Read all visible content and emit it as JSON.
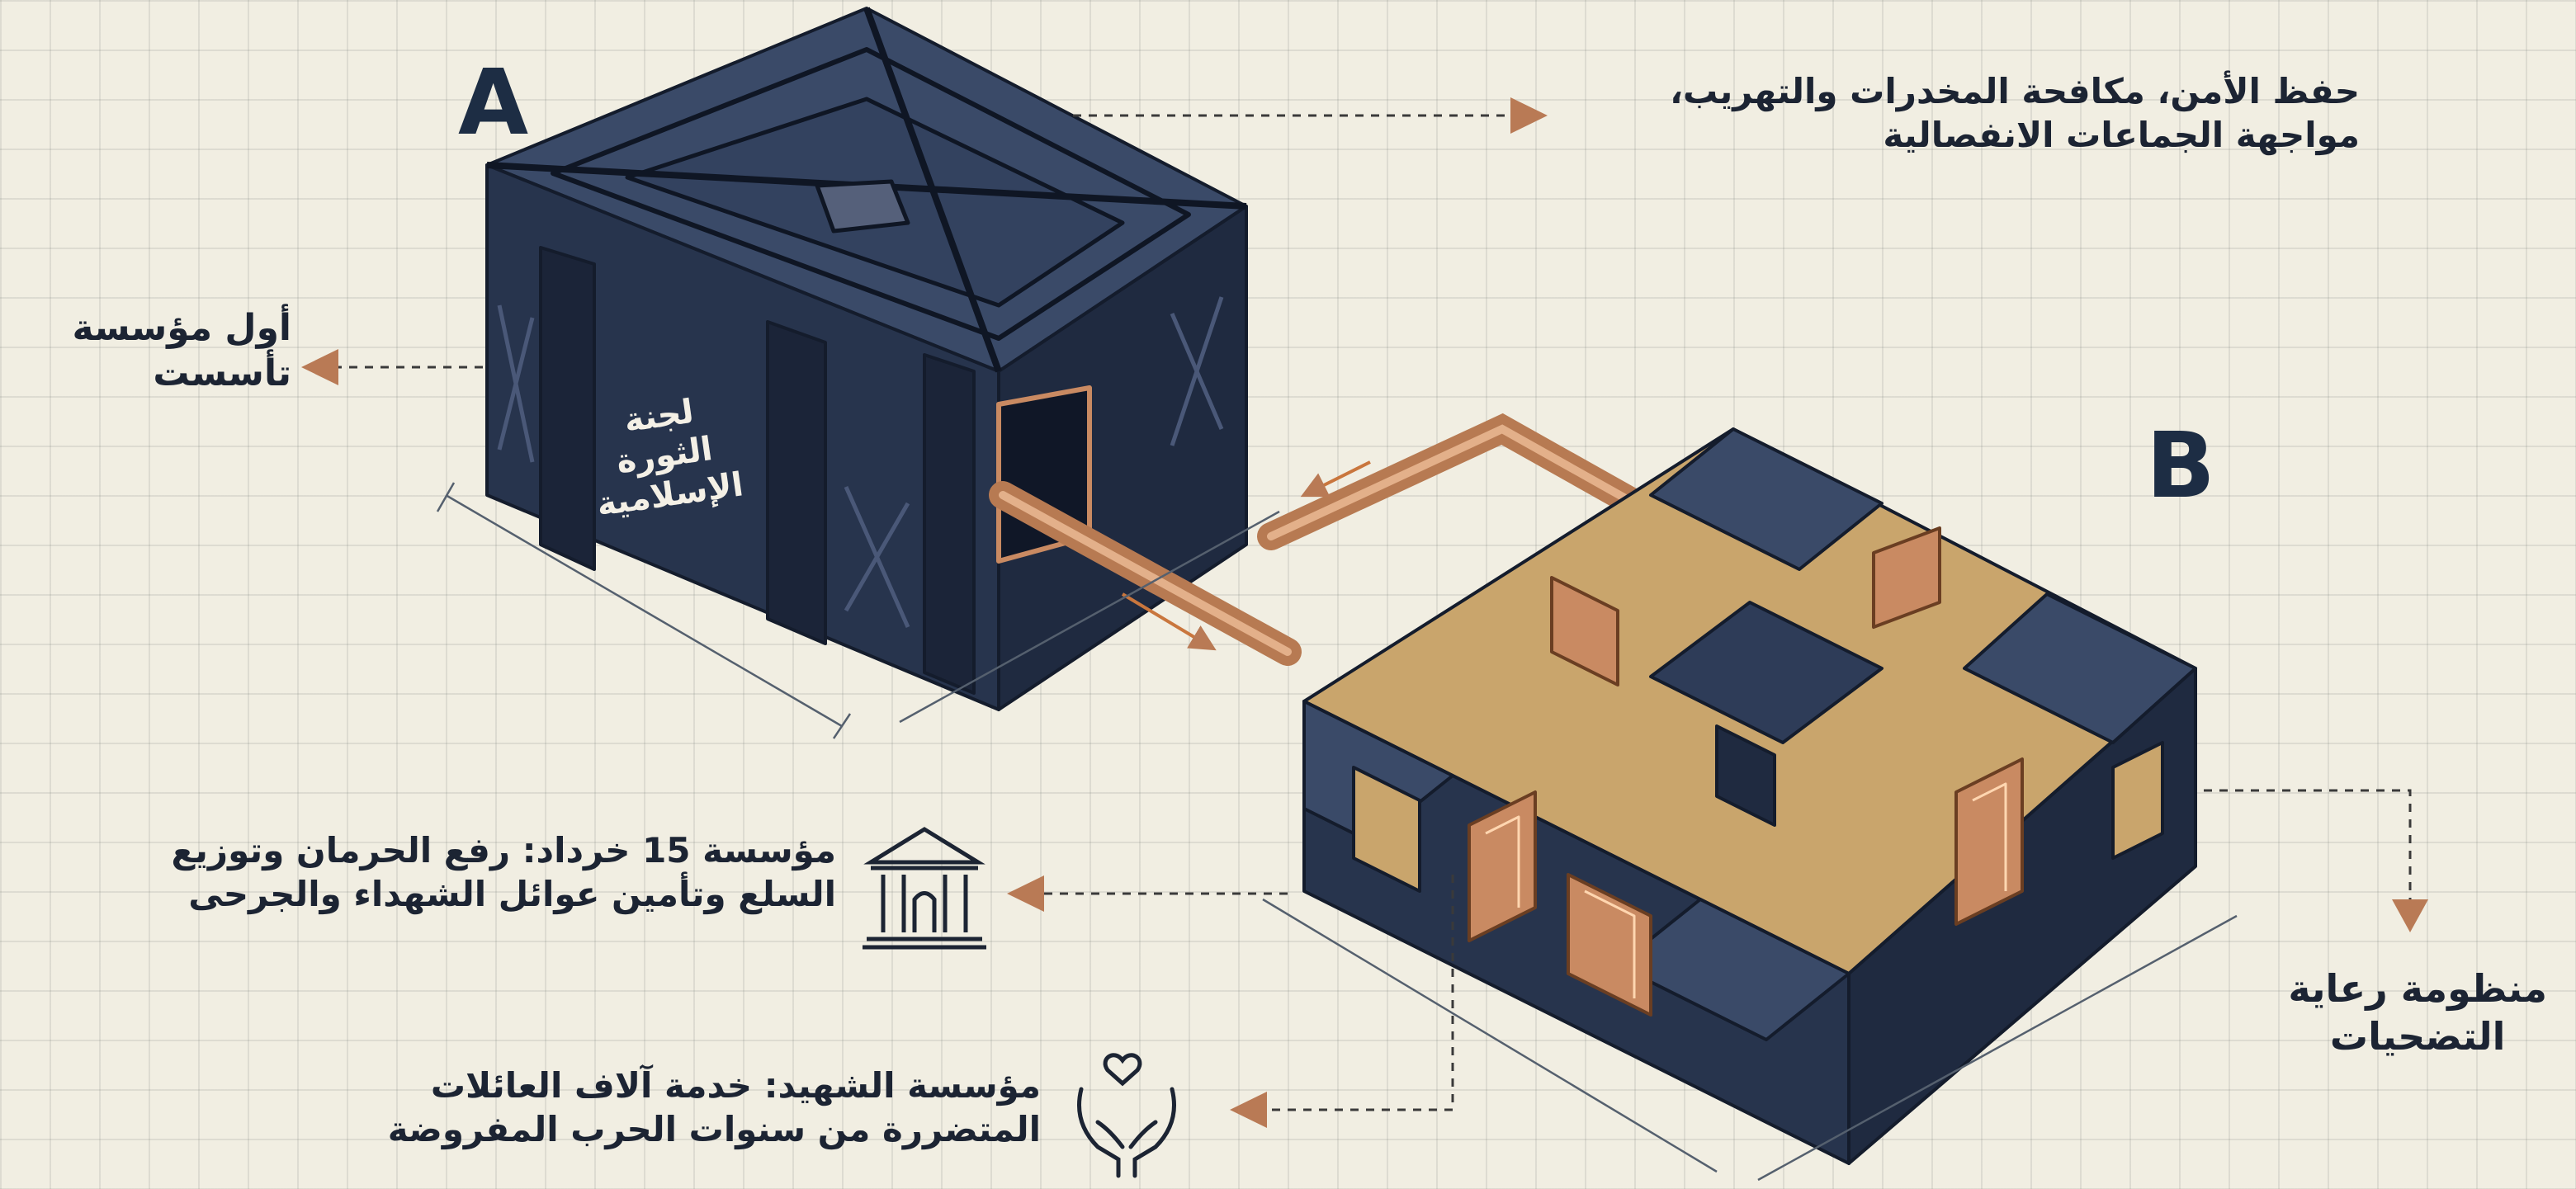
{
  "letters": {
    "a": "A",
    "b": "B"
  },
  "cube_a_label": [
    "لجنة",
    "الثورة",
    "الإسلامية"
  ],
  "callouts": {
    "top_right": [
      "حفظ الأمن، مكافحة المخدرات والتهريب،",
      "مواجهة الجماعات الانفصالية"
    ],
    "left": [
      "أول مؤسسة",
      "تأسست"
    ],
    "right": [
      "منظومة رعاية",
      "التضحيات"
    ],
    "foundation_15_khordad": {
      "title": "مؤسسة 15 خرداد:",
      "line1_rest": "رفع الحرمان وتوزيع",
      "line2": "السلع وتأمين عوائل الشهداء والجرحى"
    },
    "martyr_foundation": {
      "title": "مؤسسة الشهيد:",
      "line1_rest": "خدمة آلاف العائلات",
      "line2": "المتضررة من سنوات الحرب المفروضة"
    }
  },
  "colors": {
    "navy": "#2b3a55",
    "navy_dark": "#1d2940",
    "copper": "#c98a62",
    "tan": "#c9a56c",
    "arrow": "#b97a55",
    "background": "#f1eee2"
  },
  "icons": [
    "institution-building-icon",
    "hands-heart-icon"
  ]
}
